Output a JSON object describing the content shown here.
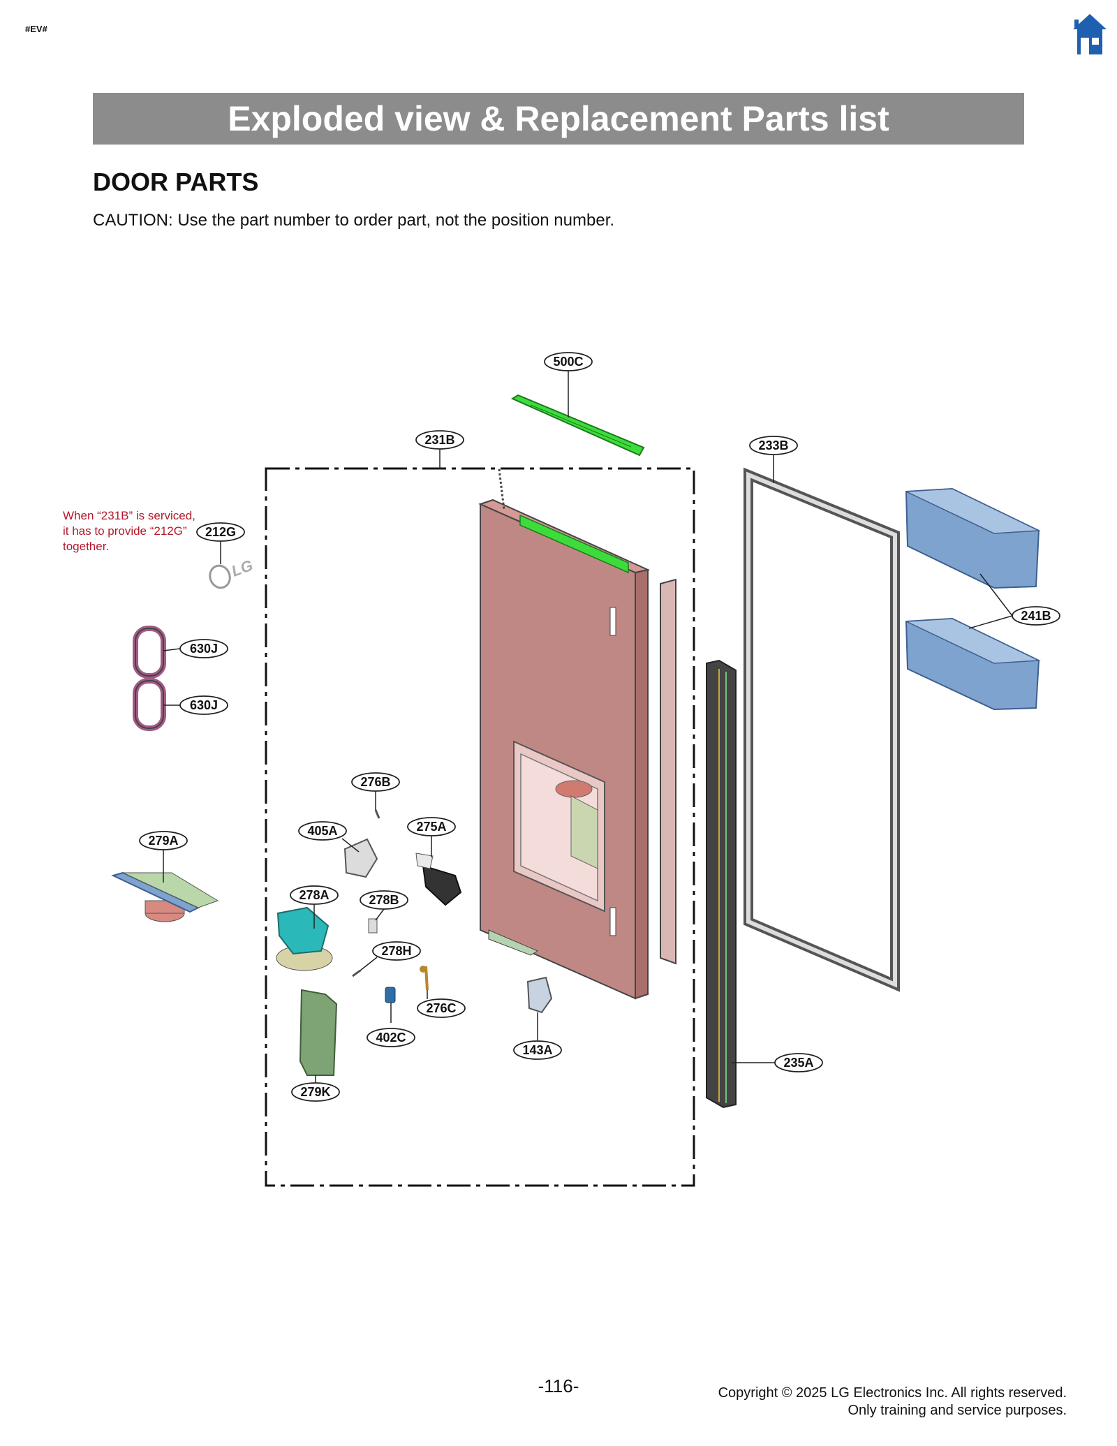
{
  "page": {
    "tag": "#EV#",
    "banner_title": "Exploded view & Replacement Parts list",
    "section_title": "DOOR PARTS",
    "caution": "CAUTION: Use the part number to order part, not the position number.",
    "page_number": "-116-",
    "copyright_line1": "Copyright © 2025 LG Electronics Inc. All rights reserved.",
    "copyright_line2": "Only training and service purposes.",
    "note_lines": [
      "When “231B” is serviced,",
      "it has to provide “212G”",
      "together."
    ],
    "logo_text": "LG"
  },
  "colors": {
    "banner": "#8c8c8c",
    "door": "#c08884",
    "green_part": "#3ddc3d",
    "bin": "#7fa3cf",
    "teal_part": "#2bb8b8",
    "filter_cover": "#7ea374",
    "note_text": "#b4182c",
    "home_icon": "#1f5fb0"
  },
  "callouts": [
    "500C",
    "231B",
    "233B",
    "212G",
    "241B",
    "630J",
    "630J",
    "276B",
    "405A",
    "275A",
    "279A",
    "278A",
    "278B",
    "278H",
    "276C",
    "402C",
    "143A",
    "235A",
    "279K"
  ]
}
